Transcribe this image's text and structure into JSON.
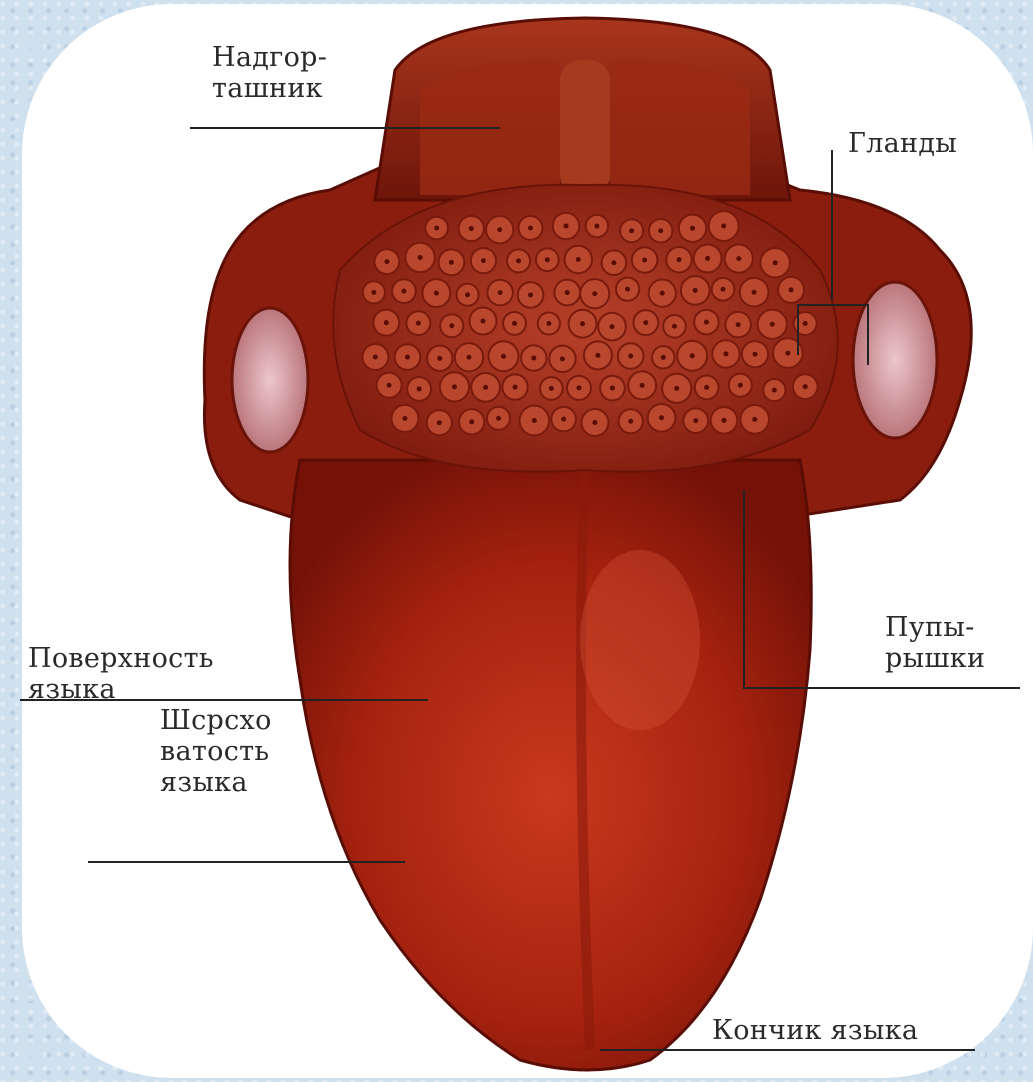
{
  "labels": {
    "epiglottis": [
      "Надгор-",
      "ташник"
    ],
    "tonsils": "Гланды",
    "papillae": [
      "Пупы-",
      "рышки"
    ],
    "surface": [
      "Поверхность",
      "языка"
    ],
    "roughness": [
      "Шсрсхо",
      "ватость",
      "языка"
    ],
    "tip": "Кончик языка"
  },
  "colors": {
    "tongue": "#b52a14",
    "tongue_dark": "#7a160a",
    "tonsil": "#d9a3a8",
    "background": "#cfe0ee",
    "card": "#ffffff"
  }
}
